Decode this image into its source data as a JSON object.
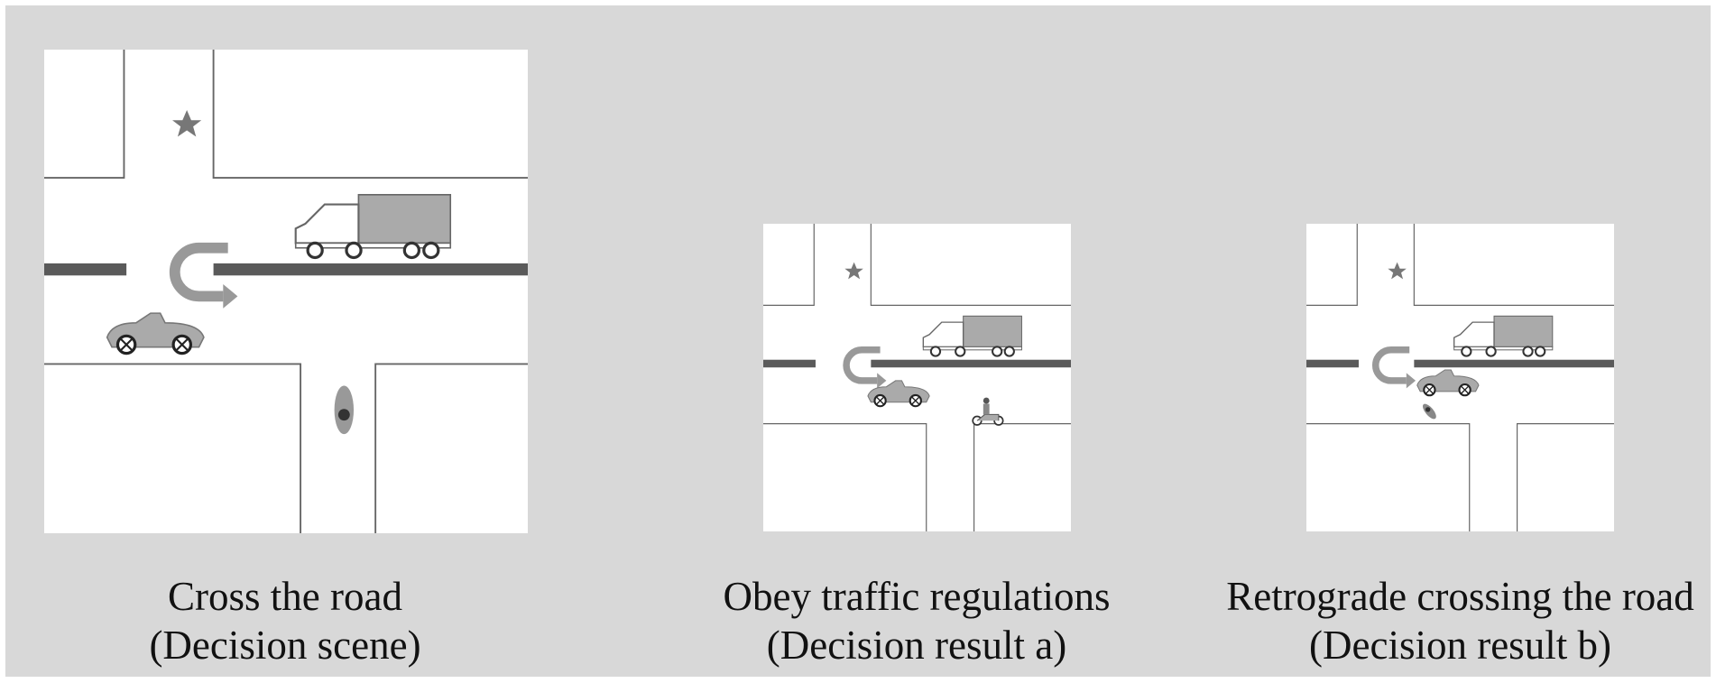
{
  "panels": [
    {
      "title": "Cross the road",
      "subtitle": "(Decision scene)"
    },
    {
      "title": "Obey traffic regulations",
      "subtitle": "(Decision result a)"
    },
    {
      "title": "Retrograde crossing the road",
      "subtitle": "(Decision result b)"
    }
  ],
  "colors": {
    "background": "#d8d8d8",
    "road": "#ffffff",
    "lane_divider": "#5a5a5a",
    "vehicle_gray": "#9a9a9a",
    "marker": "#777777"
  },
  "icons": [
    "star-icon",
    "u-turn-arrow-icon",
    "truck-icon",
    "convertible-car-icon",
    "motorcycle-icon"
  ]
}
